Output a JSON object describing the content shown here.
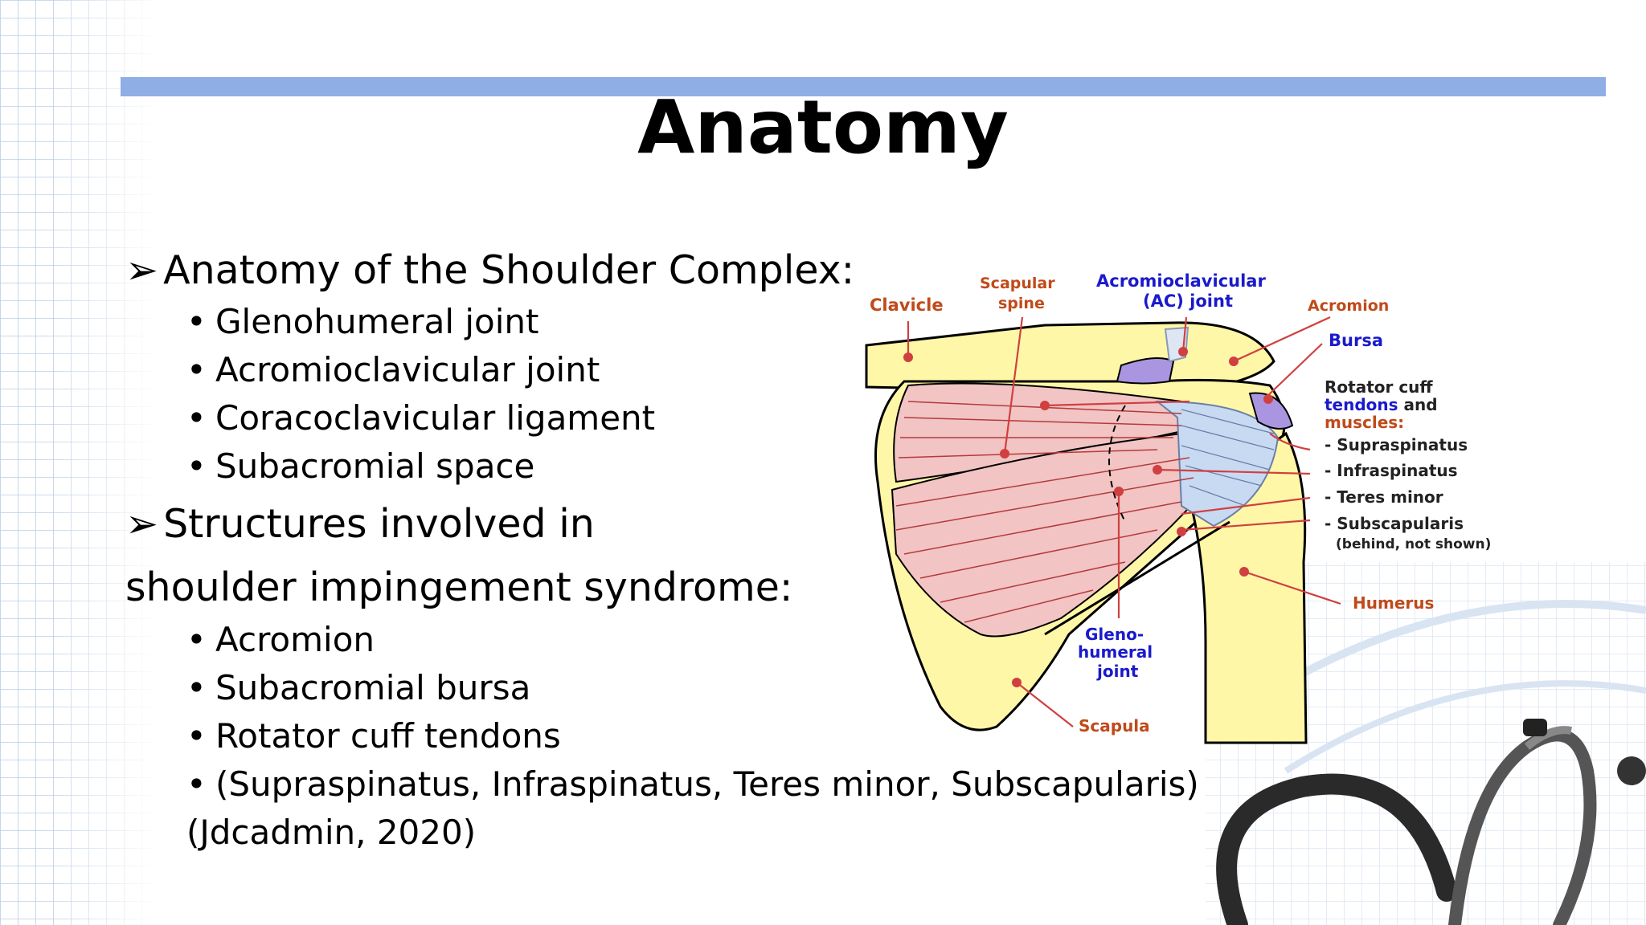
{
  "slide": {
    "title": "Anatomy",
    "section1": {
      "heading": "Anatomy of the Shoulder Complex:",
      "items": [
        "Glenohumeral joint",
        "Acromioclavicular joint",
        "Coracoclavicular ligament",
        "Subacromial space"
      ]
    },
    "section2": {
      "heading_line1": "Structures involved in",
      "heading_line2": "shoulder impingement syndrome:",
      "items": [
        "Acromion",
        "Subacromial bursa",
        "Rotator cuff tendons",
        "(Supraspinatus, Infraspinatus, Teres minor, Subscapularis)"
      ]
    },
    "citation": "(Jdcadmin, 2020)"
  },
  "diagram_labels": {
    "clavicle": "Clavicle",
    "scapular_spine_1": "Scapular",
    "scapular_spine_2": "spine",
    "ac_joint_1": "Acromioclavicular",
    "ac_joint_2": "(AC) joint",
    "acromion": "Acromion",
    "bursa": "Bursa",
    "rotator_1": "Rotator cuff",
    "rotator_2a": "tendons",
    "rotator_2b": " and",
    "rotator_3": "muscles:",
    "supraspinatus": "- Supraspinatus",
    "infraspinatus": "- Infraspinatus",
    "teres_minor": "- Teres minor",
    "subscapularis": "- Subscapularis",
    "behind": "(behind, not shown)",
    "humerus": "Humerus",
    "gleno_1": "Gleno-",
    "gleno_2": "humeral",
    "gleno_3": "joint",
    "scapula": "Scapula"
  },
  "colors": {
    "accent_bar": "#90aee6",
    "label_brown": "#c04a1a",
    "label_blue": "#1a1acc",
    "bone": "#fff7a8",
    "muscle": "#f2c4c4",
    "tendon": "#c8daf2",
    "bursa": "#a995e0",
    "leader": "#d04040"
  },
  "icons": [
    "arrow-bullet-icon",
    "dot-bullet-icon",
    "stethoscope-image"
  ]
}
